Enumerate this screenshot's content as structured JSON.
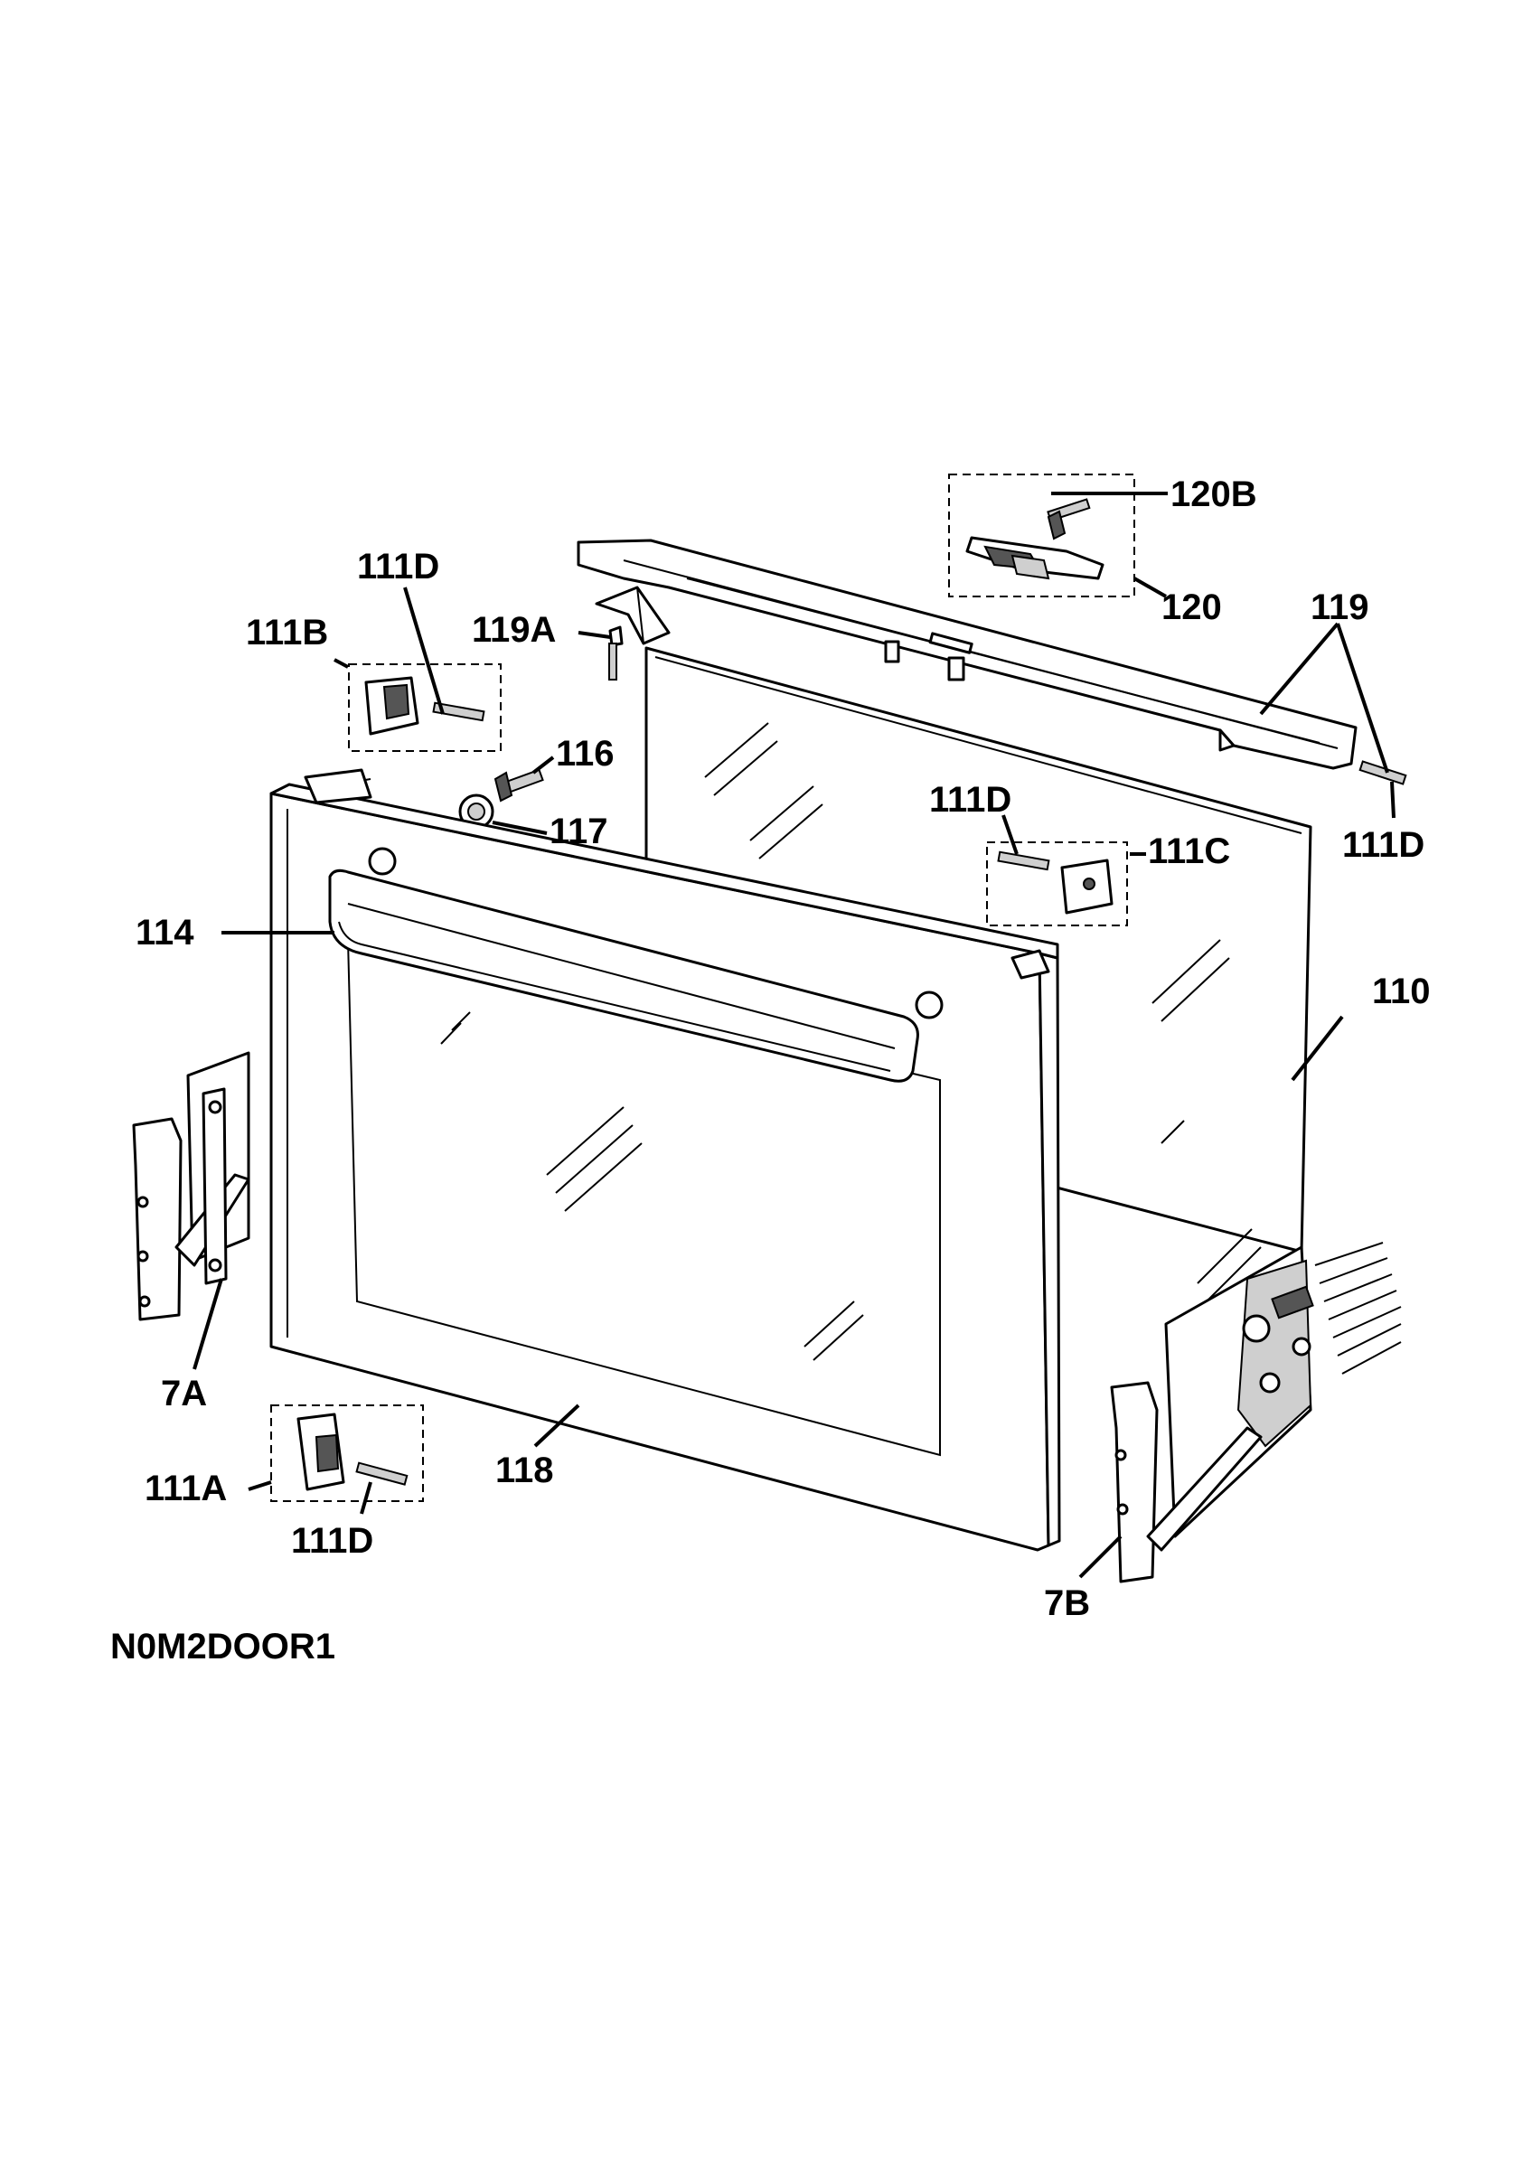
{
  "diagram_code": "N0M2DOOR1",
  "callouts": {
    "c120B": "120B",
    "c120": "120",
    "c119": "119",
    "c119A": "119A",
    "c111D_top": "111D",
    "c111B": "111B",
    "c116": "116",
    "c117": "117",
    "c111D_mid": "111D",
    "c111C": "111C",
    "c111D_right": "111D",
    "c114": "114",
    "c110": "110",
    "c7A": "7A",
    "c111A": "111A",
    "c111D_bottom": "111D",
    "c118": "118",
    "c7B": "7B"
  }
}
